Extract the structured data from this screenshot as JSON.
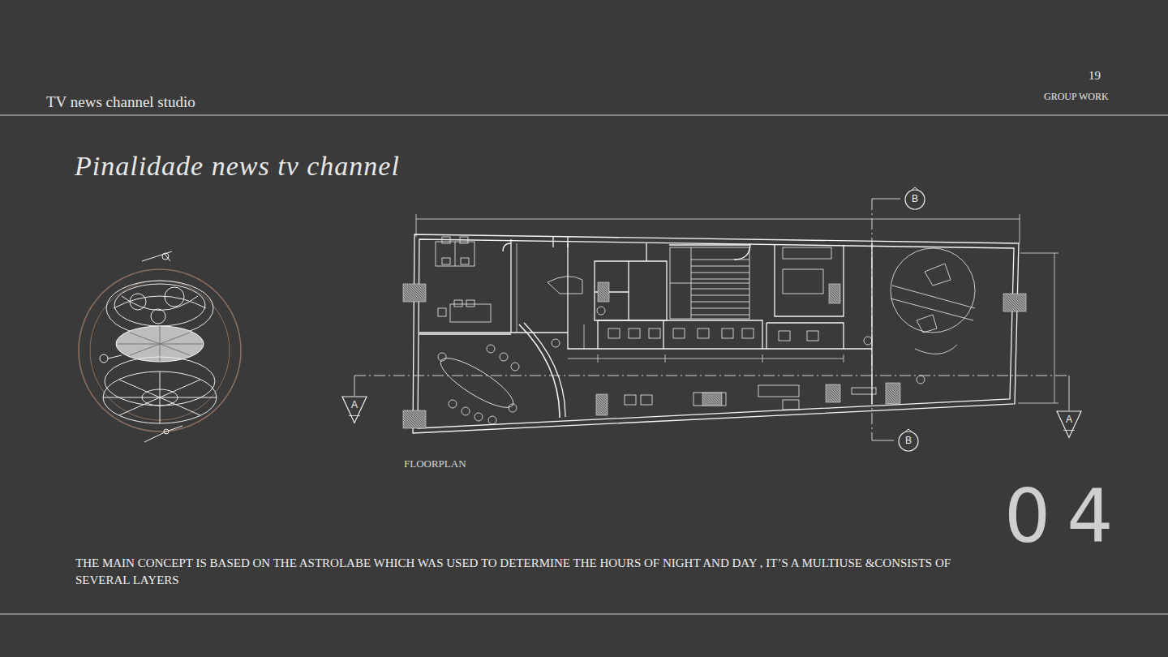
{
  "diagram": {
    "title": "TV news channel studio",
    "caption": "THE MAIN CONCEPT IS BASED ON THE ASTROLABE WHICH WAS USED TO  DETERMINE THE HOURS OF NIGHT AND DAY , IT’S A MULTIUSE &CONSISTS OF SEVERAL LAYERS",
    "nodes": [
      {
        "text": [
          "B"
        ]
      },
      {
        "text": [
          "A"
        ]
      },
      {
        "text": [
          "A"
        ]
      },
      {
        "text": [
          "B"
        ]
      }
    ],
    "labels": [
      "19",
      "GROUP WORK",
      "Pinalidade news tv channel",
      "FLOORPLAN",
      "04"
    ]
  }
}
